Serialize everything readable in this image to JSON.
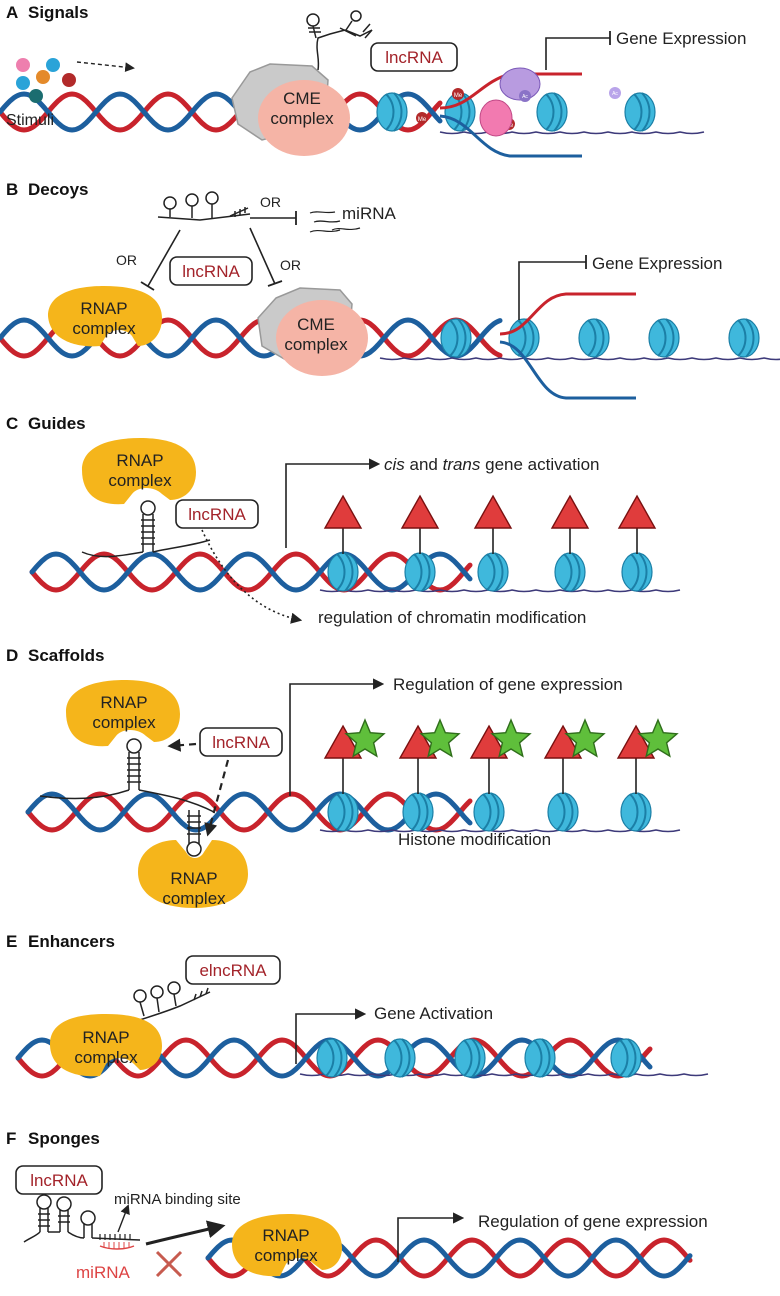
{
  "colors": {
    "dna_red": "#c8232c",
    "dna_blue": "#1d5f9e",
    "nucleosome": "#3fb8dc",
    "nucleosome_dark": "#1b7fa6",
    "rnap": "#f5b51b",
    "cme_gray": "#c9c9c9",
    "cme_pink": "#f5b4a6",
    "lncrna_text": "#a3232a",
    "triangle": "#e03c3c",
    "star": "#5fbf3b",
    "chromatin_line": "#3d3a7a"
  },
  "panels": {
    "a": {
      "letter": "A",
      "title": "Signals",
      "stimuli_label": "Stimuli",
      "cme_label_1": "CME",
      "cme_label_2": "complex",
      "lncrna_label": "lncRNA",
      "expression_label": "Gene Expression",
      "me_label": "Me",
      "ac_label": "Ac"
    },
    "b": {
      "letter": "B",
      "title": "Decoys",
      "or_label": "OR",
      "mirna_label": "miRNA",
      "lncrna_label": "lncRNA",
      "rnap_label_1": "RNAP",
      "rnap_label_2": "complex",
      "cme_label_1": "CME",
      "cme_label_2": "complex",
      "expression_label": "Gene Expression"
    },
    "c": {
      "letter": "C",
      "title": "Guides",
      "rnap_label_1": "RNAP",
      "rnap_label_2": "complex",
      "lncrna_label": "lncRNA",
      "activation_cis": "cis",
      "activation_and": " and ",
      "activation_trans": "trans",
      "activation_rest": " gene activation",
      "chromatin_label": "regulation of chromatin modification"
    },
    "d": {
      "letter": "D",
      "title": "Scaffolds",
      "rnap_label_1": "RNAP",
      "rnap_label_2": "complex",
      "lncrna_label": "lncRNA",
      "regulation_label": "Regulation of gene expression",
      "histone_label": "Histone modification"
    },
    "e": {
      "letter": "E",
      "title": "Enhancers",
      "elncrna_label": "elncRNA",
      "rnap_label_1": "RNAP",
      "rnap_label_2": "complex",
      "activation_label": "Gene Activation"
    },
    "f": {
      "letter": "F",
      "title": "Sponges",
      "lncrna_label": "lncRNA",
      "binding_site_label": "miRNA binding site",
      "mirna_label": "miRNA",
      "rnap_label_1": "RNAP",
      "rnap_label_2": "complex",
      "regulation_label": "Regulation of gene expression"
    }
  }
}
